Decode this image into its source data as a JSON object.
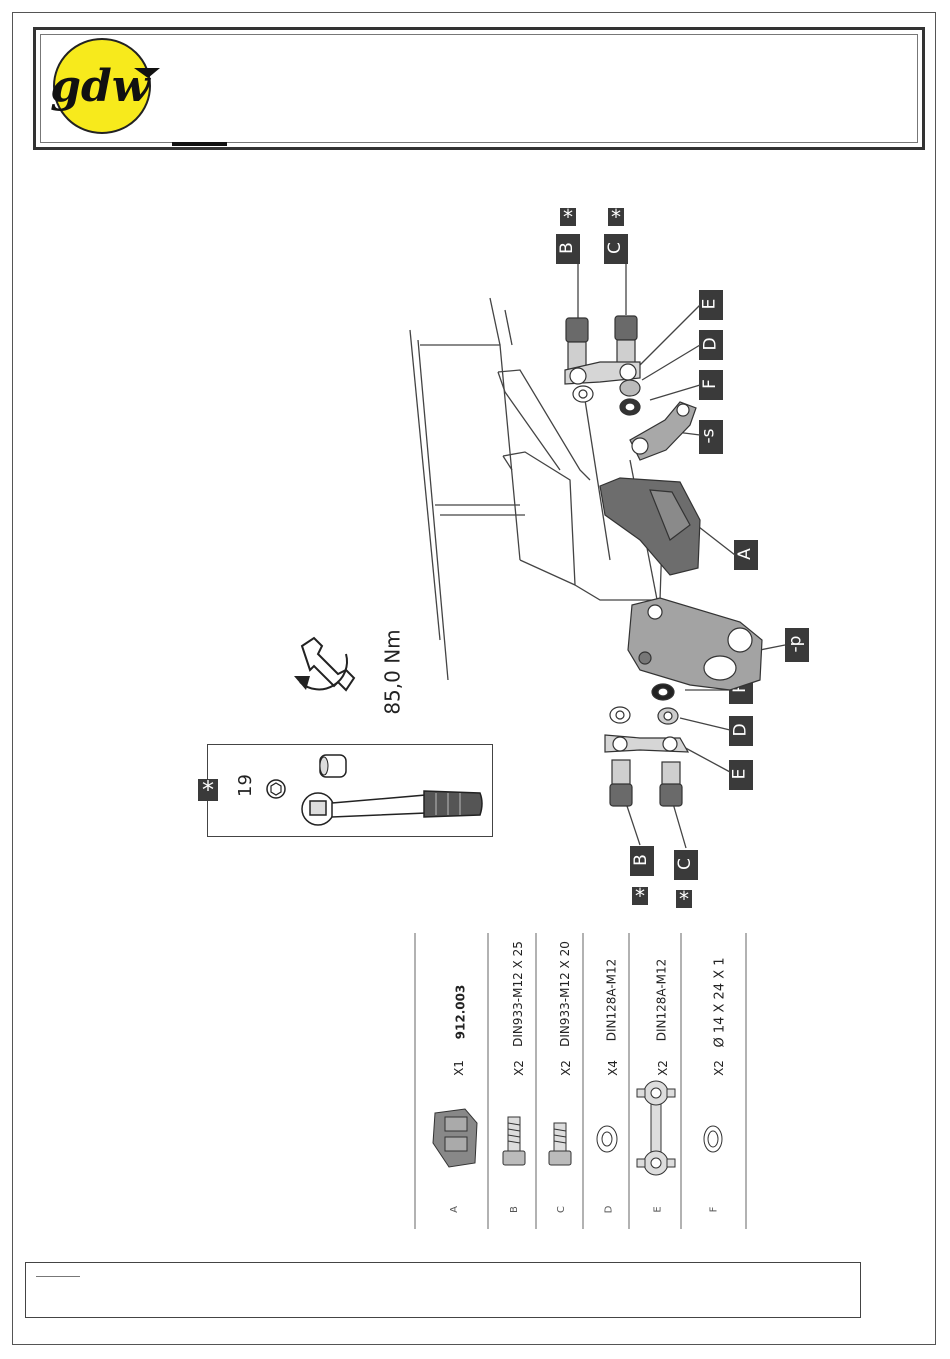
{
  "logo": {
    "text": "gdw",
    "color": "#f7ea1c"
  },
  "torque": {
    "value": "85,0 Nm"
  },
  "tool_box": {
    "star": "*",
    "socket_size": "19"
  },
  "callouts": {
    "A": "A",
    "B": "B",
    "C": "C",
    "D": "D",
    "E": "E",
    "F": "F",
    "s": "-s",
    "p": "-p",
    "star": "*"
  },
  "parts_table": [
    {
      "letter": "A",
      "qty": "X1",
      "spec": "912.003"
    },
    {
      "letter": "B",
      "qty": "X2",
      "spec": "DIN933-M12 X 25"
    },
    {
      "letter": "C",
      "qty": "X2",
      "spec": "DIN933-M12 X 20"
    },
    {
      "letter": "D",
      "qty": "X4",
      "spec": "DIN128A-M12"
    },
    {
      "letter": "E",
      "qty": "X2",
      "spec": "DIN128A-M12"
    },
    {
      "letter": "F",
      "qty": "X2",
      "spec": "Ø 14 X 24 X 1"
    }
  ],
  "colors": {
    "tag_bg": "#3a3a3a",
    "line": "#444444"
  }
}
